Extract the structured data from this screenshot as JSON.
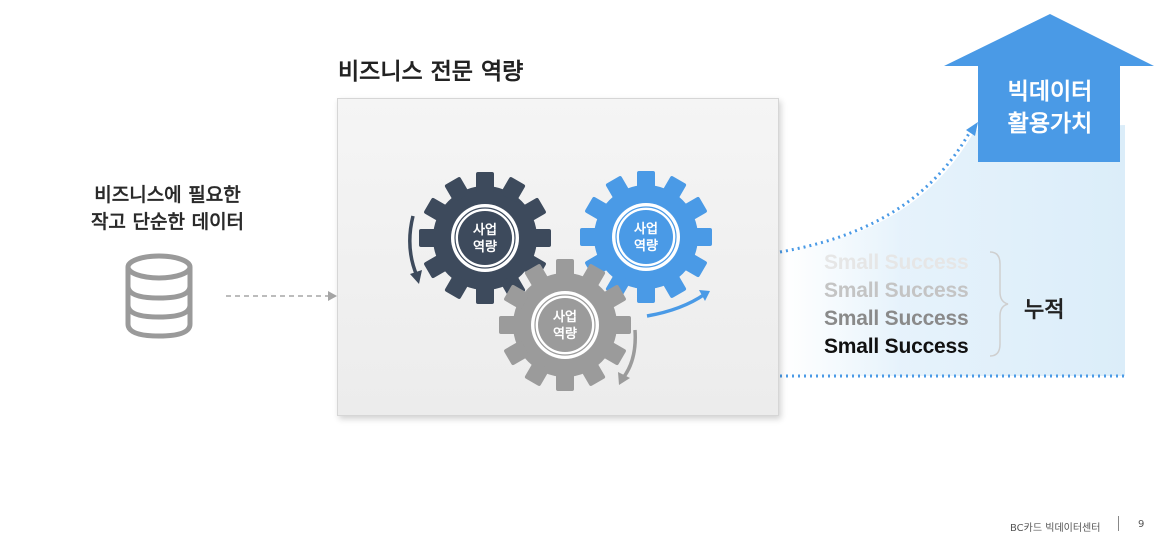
{
  "left": {
    "title_line1": "비즈니스에 필요한",
    "title_line2": "작고 단순한 데이터",
    "icon": "database-icon"
  },
  "center": {
    "title": "비즈니스 전문 역량",
    "gears": [
      {
        "label_line1": "사업",
        "label_line2": "역량",
        "color": "#3d4a5c"
      },
      {
        "label_line1": "사업",
        "label_line2": "역량",
        "color": "#4a9ae6"
      },
      {
        "label_line1": "사업",
        "label_line2": "역량",
        "color": "#9b9b9b"
      }
    ]
  },
  "right": {
    "arrow_line1": "빅데이터",
    "arrow_line2": "활용가치",
    "arrow_color": "#4a9ae6",
    "success_items": [
      "Small Success",
      "Small Success",
      "Small Success",
      "Small Success"
    ],
    "accumulate_label": "누적"
  },
  "footer": {
    "org": "BC카드 빅데이터센터",
    "page": "9"
  }
}
